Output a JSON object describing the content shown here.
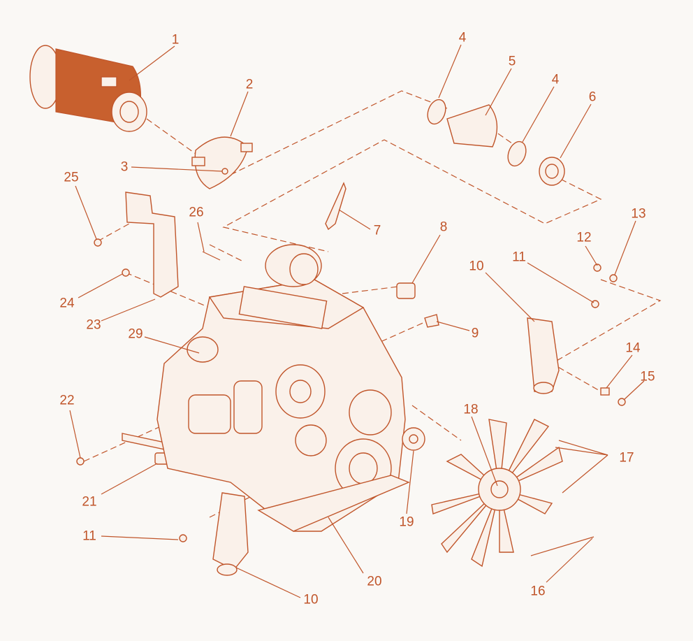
{
  "colors": {
    "line": "#c0552a",
    "fill": "#c8602e",
    "background": "#faf8f5"
  },
  "callouts": [
    "1",
    "2",
    "3",
    "4",
    "5",
    "4",
    "6",
    "7",
    "8",
    "9",
    "10",
    "11",
    "12",
    "13",
    "14",
    "15",
    "16",
    "17",
    "18",
    "19",
    "20",
    "10",
    "11",
    "21",
    "22",
    "23",
    "24",
    "25",
    "26",
    "29"
  ]
}
